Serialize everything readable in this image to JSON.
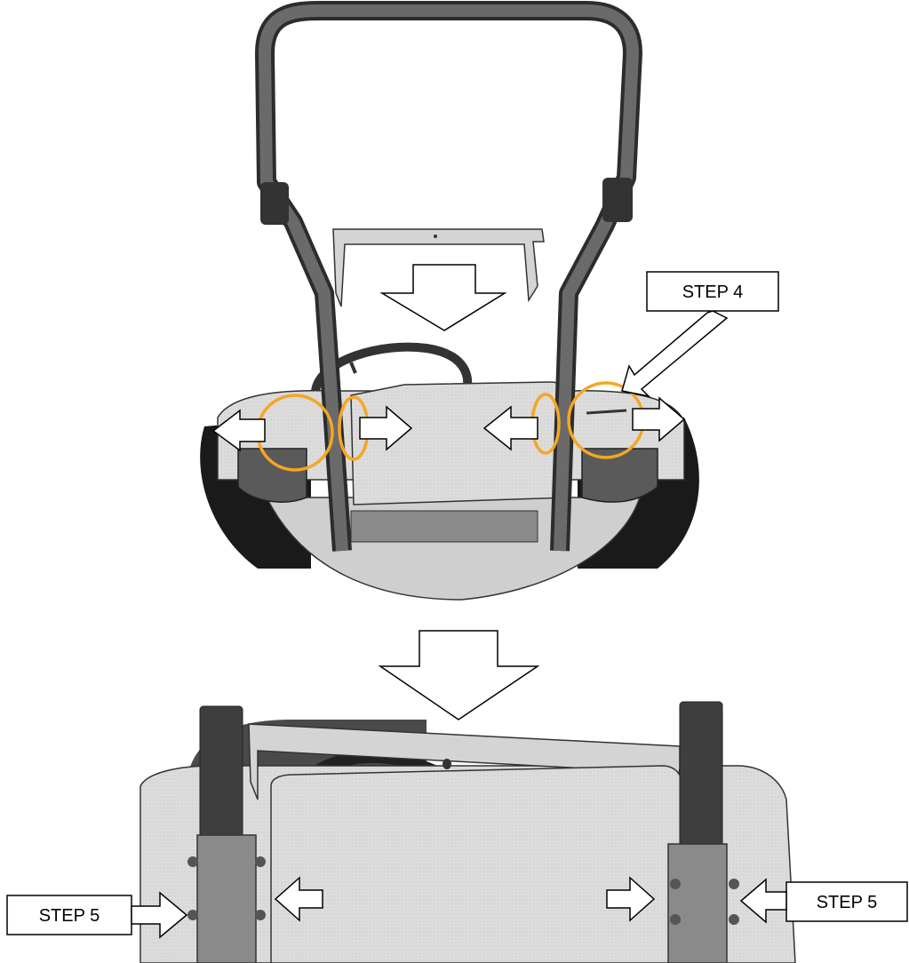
{
  "labels": {
    "step4": "STEP 4",
    "step5_left": "STEP 5",
    "step5_right": "STEP 5"
  },
  "colors": {
    "highlight_circle": "#f5a623",
    "frame_dark": "#4a4a4a",
    "body_gray": "#d9d9d9",
    "background": "#ffffff"
  }
}
